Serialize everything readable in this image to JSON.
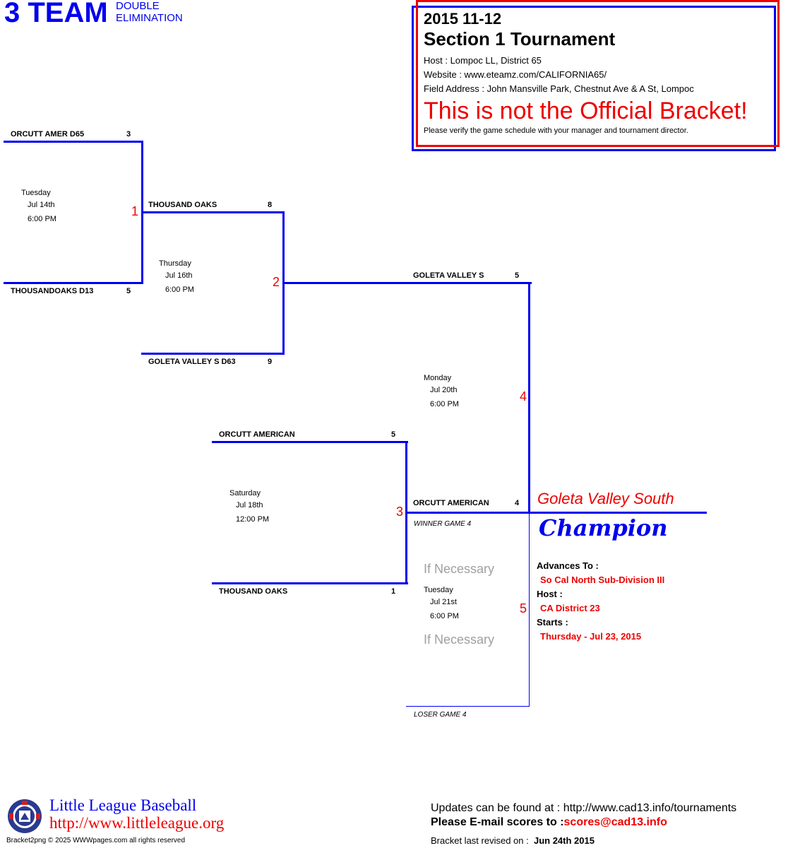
{
  "header": {
    "team_count": "3 TEAM",
    "format_line1": "DOUBLE",
    "format_line2": "ELIMINATION"
  },
  "info": {
    "year": "2015 11-12",
    "title": "Section 1 Tournament",
    "host": "Host : Lompoc LL, District 65",
    "website": "Website : www.eteamz.com/CALIFORNIA65/",
    "field_address": "Field Address : John Mansville Park, Chestnut Ave & A St, Lompoc",
    "warning": "This is not the Official Bracket!",
    "verify": "Please verify the game schedule with your manager and tournament director."
  },
  "games": [
    {
      "number": "1",
      "day": "Tuesday",
      "date": "Jul 14th",
      "time": "6:00 PM",
      "top": {
        "team": "ORCUTT AMER D65",
        "score": "3"
      },
      "bottom": {
        "team": "THOUSANDOAKS D13",
        "score": "5"
      }
    },
    {
      "number": "2",
      "day": "Thursday",
      "date": "Jul 16th",
      "time": "6:00 PM",
      "top": {
        "team": "THOUSAND OAKS",
        "score": "8"
      },
      "bottom": {
        "team": "GOLETA VALLEY S D63",
        "score": "9"
      }
    },
    {
      "number": "3",
      "day": "Saturday",
      "date": "Jul 18th",
      "time": "12:00 PM",
      "top": {
        "team": "ORCUTT AMERICAN",
        "score": "5"
      },
      "bottom": {
        "team": "THOUSAND OAKS",
        "score": "1"
      }
    },
    {
      "number": "4",
      "day": "Monday",
      "date": "Jul 20th",
      "time": "6:00 PM",
      "top": {
        "team": "GOLETA VALLEY S",
        "score": "5"
      },
      "bottom": {
        "team": "ORCUTT AMERICAN",
        "score": "4"
      }
    },
    {
      "number": "5",
      "day": "Tuesday",
      "date": "Jul 21st",
      "time": "6:00 PM",
      "top_note": "WINNER GAME 4",
      "bottom_note": "LOSER GAME 4",
      "if_necessary": "If Necessary"
    }
  ],
  "champion": {
    "team": "Goleta Valley South",
    "label": "Champion",
    "advances_label": "Advances To :",
    "advances_value": "So Cal North Sub-Division III",
    "host_label": "Host :",
    "host_value": "CA District 23",
    "starts_label": "Starts :",
    "starts_value": "Thursday - Jul 23, 2015"
  },
  "footer": {
    "ll_title": "Little League Baseball",
    "ll_url": "http://www.littleleague.org",
    "copyright": "Bracket2png © 2025 WWWpages.com all rights reserved",
    "updates": "Updates can be found at : http://www.cad13.info/tournaments",
    "email_label": "Please E-mail scores to :",
    "email": "scores@cad13.info",
    "revised_label": "Bracket last revised on :",
    "revised_date": "Jun 24th 2015"
  }
}
